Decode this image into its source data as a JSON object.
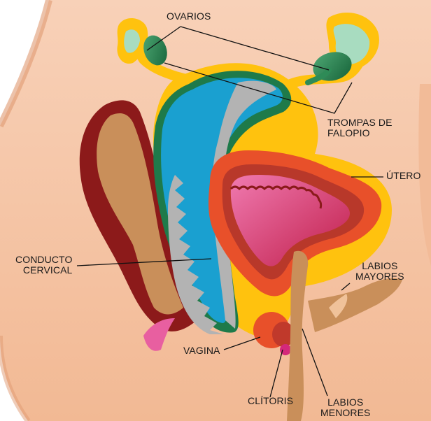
{
  "labels": {
    "ovarios": "OVARIOS",
    "trompas": [
      "TROMPAS DE",
      "FALOPIO"
    ],
    "utero": "ÚTERO",
    "conducto": [
      "CONDUCTO",
      "CERVICAL"
    ],
    "labios_mayores": [
      "LABIOS",
      "MAYORES"
    ],
    "vagina": "VAGINA",
    "clitoris": "CLÍTORIS",
    "labios_menores": [
      "LABIOS",
      "MENORES"
    ]
  },
  "colors": {
    "skin": "#f7cbb0",
    "skin_shadow": "#e3a07a",
    "fat_layer": "#ffc20e",
    "uterus_outer": "#e8502a",
    "uterus_inner": "#e3567a",
    "uterine_cavity_blue": "#1aa0d0",
    "tissue_gray": "#b3b3b3",
    "rectum_dark": "#8c1a1a",
    "rectum_tan": "#c98f5a",
    "ovary_green": "#2e8b57",
    "tube_light_green": "#a8dcc0",
    "leader_line": "#111111"
  }
}
